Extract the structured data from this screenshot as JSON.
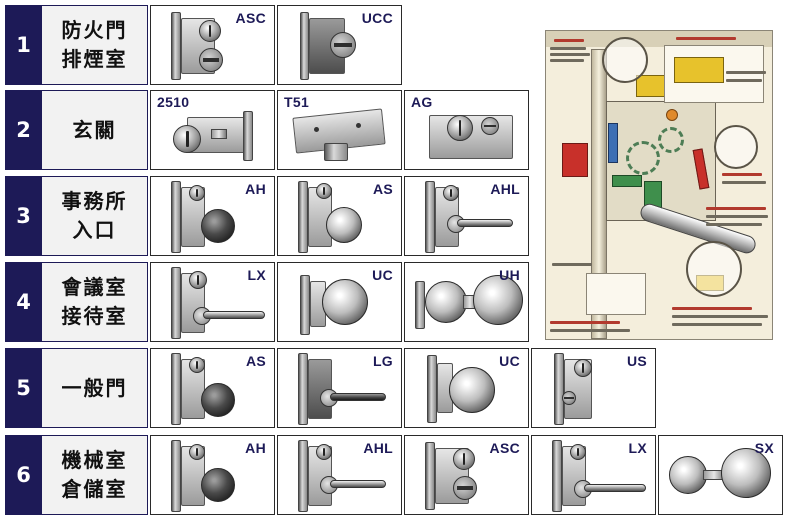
{
  "rows": [
    {
      "number": "1",
      "label_line1": "防火門",
      "label_line2": "排煙室",
      "products": [
        {
          "model": "ASC"
        },
        {
          "model": "UCC"
        }
      ]
    },
    {
      "number": "2",
      "label_line1": "玄關",
      "label_line2": "",
      "products": [
        {
          "model": "2510"
        },
        {
          "model": "T51"
        },
        {
          "model": "AG"
        }
      ]
    },
    {
      "number": "3",
      "label_line1": "事務所",
      "label_line2": "入口",
      "products": [
        {
          "model": "AH"
        },
        {
          "model": "AS"
        },
        {
          "model": "AHL"
        }
      ]
    },
    {
      "number": "4",
      "label_line1": "會議室",
      "label_line2": "接待室",
      "products": [
        {
          "model": "LX"
        },
        {
          "model": "UC"
        },
        {
          "model": "UH"
        }
      ]
    },
    {
      "number": "5",
      "label_line1": "一般門",
      "label_line2": "",
      "products": [
        {
          "model": "AS"
        },
        {
          "model": "LG"
        },
        {
          "model": "UC"
        },
        {
          "model": "US"
        }
      ]
    },
    {
      "number": "6",
      "label_line1": "機械室",
      "label_line2": "倉儲室",
      "products": [
        {
          "model": "AH"
        },
        {
          "model": "AHL"
        },
        {
          "model": "ASC"
        },
        {
          "model": "LX"
        },
        {
          "model": "SX"
        }
      ]
    }
  ],
  "colors": {
    "number_bg": "#1d1a57",
    "model_text": "#1d1a57",
    "label_bg": "#f2f2f2"
  }
}
